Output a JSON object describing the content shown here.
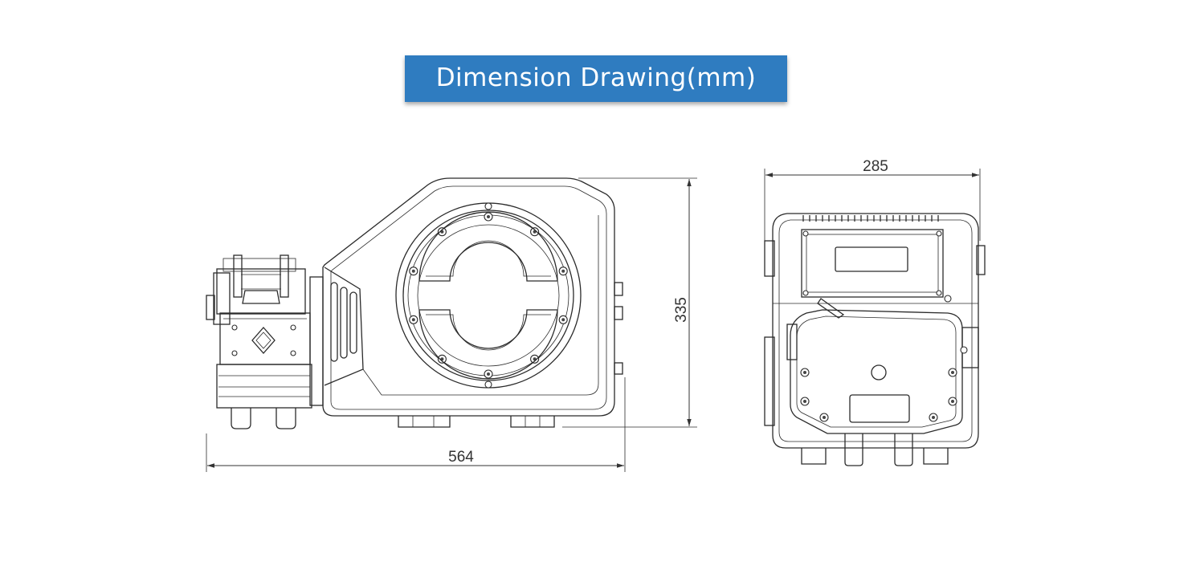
{
  "header": {
    "title": "Dimension Drawing(mm)"
  },
  "dimensions": {
    "side_length": "564",
    "side_height": "335",
    "front_width": "285"
  },
  "colors": {
    "banner": "#2f7cc0",
    "banner_text": "#ffffff",
    "line": "#2b2b2b"
  }
}
